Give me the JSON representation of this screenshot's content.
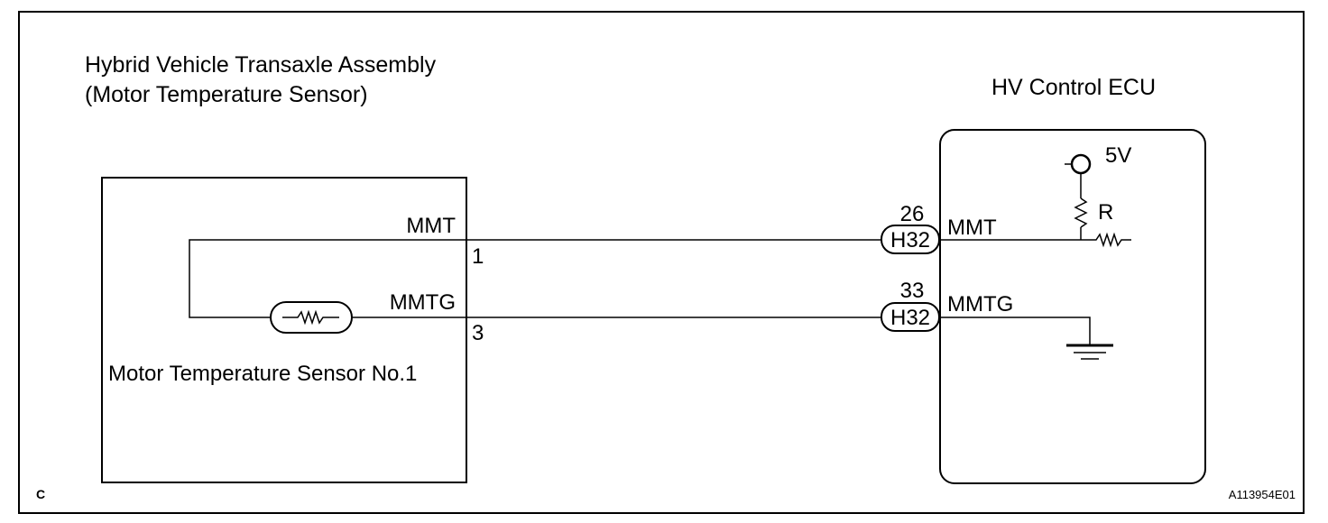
{
  "sensor_assembly": {
    "title_line1": "Hybrid Vehicle Transaxle Assembly",
    "title_line2": "(Motor Temperature Sensor)",
    "sensor_label": "Motor Temperature Sensor No.1",
    "pin_mmt_name": "MMT",
    "pin_mmt_number": "1",
    "pin_mmtg_name": "MMTG",
    "pin_mmtg_number": "3"
  },
  "ecu": {
    "title": "HV Control ECU",
    "supply_label": "5V",
    "resistor_label": "R",
    "pin_mmt_name": "MMT",
    "pin_mmtg_name": "MMTG"
  },
  "connectors": [
    {
      "pin": "26",
      "name": "H32"
    },
    {
      "pin": "33",
      "name": "H32"
    }
  ],
  "footer": {
    "corner_letter": "C",
    "figure_id": "A113954E01"
  }
}
